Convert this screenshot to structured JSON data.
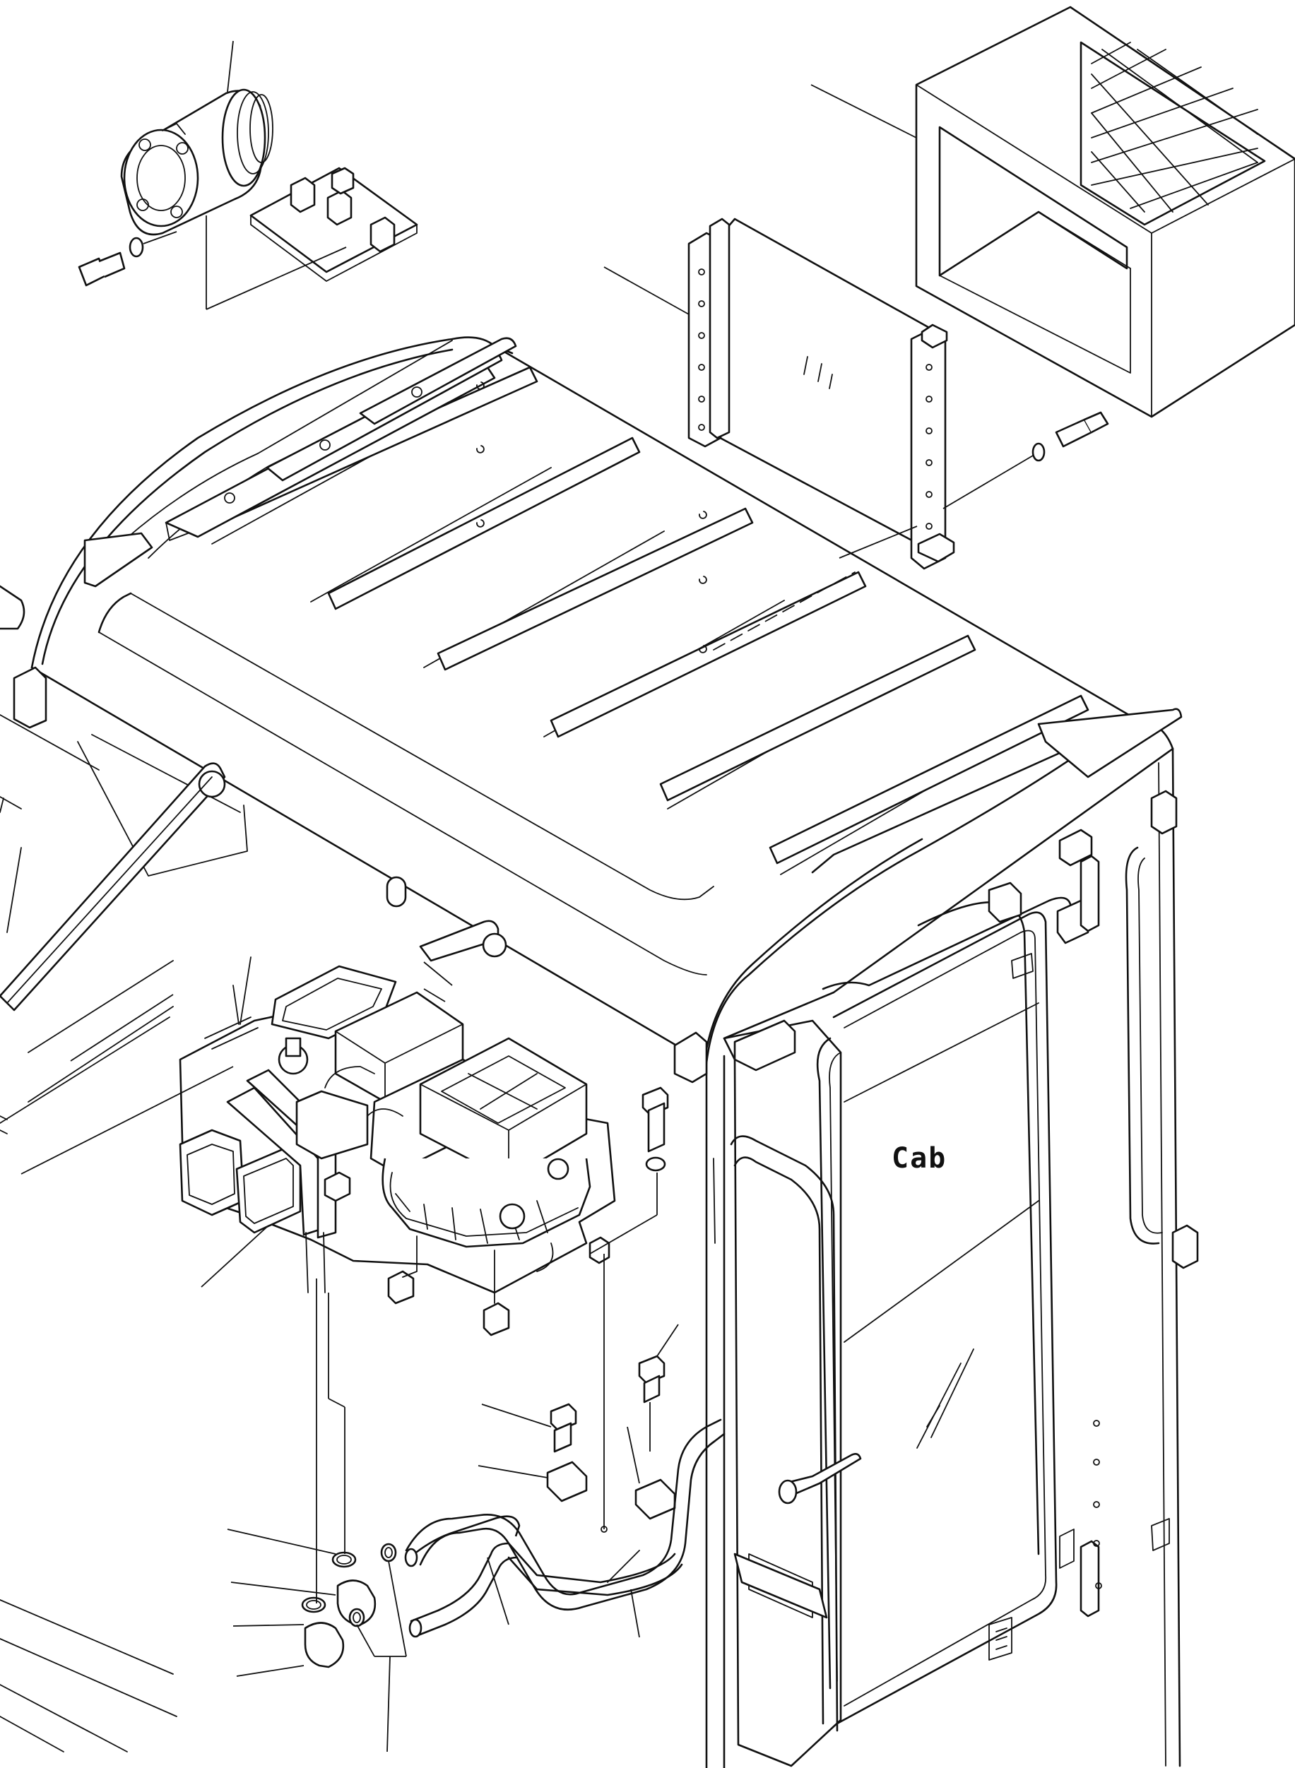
{
  "labels": {
    "cab": "Cab"
  },
  "colors": {
    "ink": "#111111",
    "paper": "#ffffff"
  },
  "parts": [
    "compressor",
    "compressor-bracket",
    "condenser",
    "condenser-guard-box",
    "cab-roof",
    "cab-frame",
    "cab-door",
    "air-conditioner-unit",
    "hoses-and-clamps",
    "bolts-and-washers"
  ]
}
